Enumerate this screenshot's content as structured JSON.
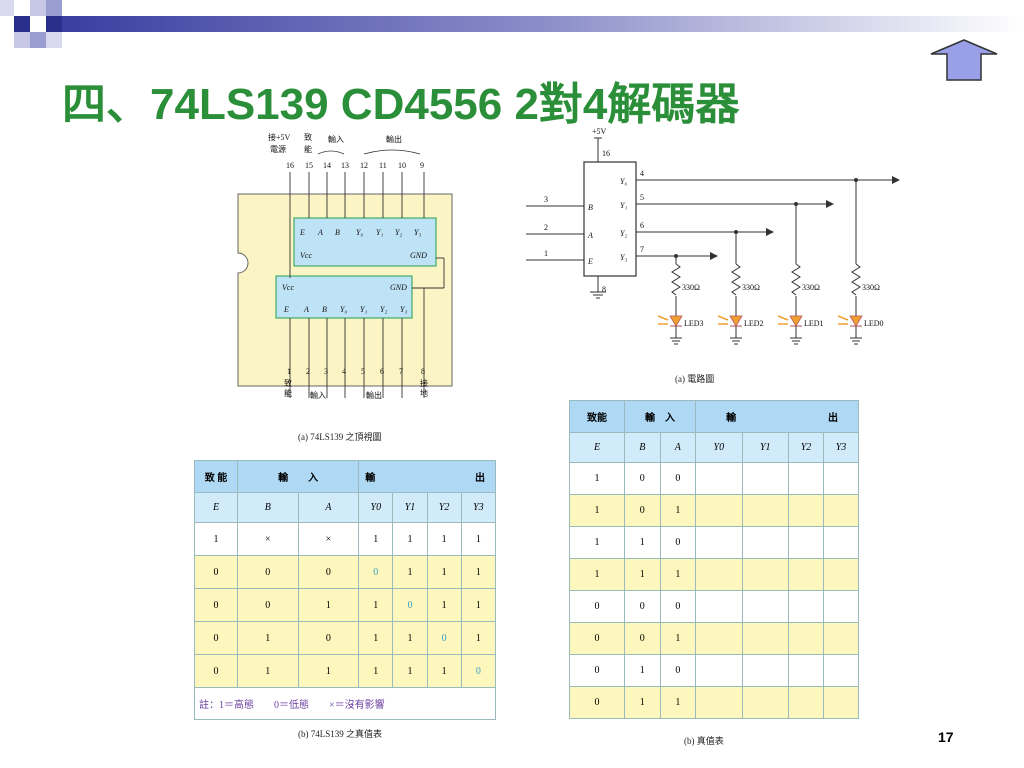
{
  "slide": {
    "title": "四、74LS139 CD4556 2對4解碼器",
    "page_number": "17"
  },
  "pinout": {
    "top_labels": {
      "vcc": "接+5V",
      "vcc2": "電源",
      "enable": "致",
      "enable2": "能",
      "input": "輸入",
      "output": "輸出"
    },
    "top_pins": [
      "16",
      "15",
      "14",
      "13",
      "12",
      "11",
      "10",
      "9"
    ],
    "bottom_pins": [
      "1",
      "2",
      "3",
      "4",
      "5",
      "6",
      "7",
      "8"
    ],
    "bottom_labels": {
      "enable": "致",
      "enable2": "能",
      "input": "輸入",
      "output": "輸出",
      "gnd": "接",
      "gnd2": "地"
    },
    "upper_chip": {
      "pins": [
        "E",
        "A",
        "B",
        "Y0",
        "Y1",
        "Y2",
        "Y3"
      ],
      "vcc": "Vcc",
      "gnd": "GND"
    },
    "lower_chip": {
      "pins": [
        "E",
        "A",
        "B",
        "Y0",
        "Y1",
        "Y2",
        "Y3"
      ],
      "vcc": "Vcc",
      "gnd": "GND"
    },
    "caption": "(a) 74LS139 之頂視圖"
  },
  "circuit": {
    "vcc": "+5V",
    "pins": {
      "vcc": "16",
      "gnd": "8",
      "b": "3",
      "a": "2",
      "e": "1",
      "y0": "4",
      "y1": "5",
      "y2": "6",
      "y3": "7"
    },
    "chip_labels": [
      "B",
      "A",
      "E",
      "Y0",
      "Y1",
      "Y2",
      "Y3"
    ],
    "resistors": [
      "330Ω",
      "330Ω",
      "330Ω",
      "330Ω"
    ],
    "leds": [
      "LED3",
      "LED2",
      "LED1",
      "LED0"
    ],
    "caption": "(a) 電路圖"
  },
  "table_b": {
    "headers": {
      "enable": "致 能",
      "input": "輸　　入",
      "output_l": "輸",
      "output_r": "出"
    },
    "sub": [
      "E",
      "B",
      "A",
      "Y0",
      "Y1",
      "Y2",
      "Y3"
    ],
    "rows": [
      [
        "1",
        "×",
        "×",
        "1",
        "1",
        "1",
        "1"
      ],
      [
        "0",
        "0",
        "0",
        "0",
        "1",
        "1",
        "1"
      ],
      [
        "0",
        "0",
        "1",
        "1",
        "0",
        "1",
        "1"
      ],
      [
        "0",
        "1",
        "0",
        "1",
        "1",
        "0",
        "1"
      ],
      [
        "0",
        "1",
        "1",
        "1",
        "1",
        "1",
        "0"
      ]
    ],
    "note": "註：1＝高態　　0＝低態　　×＝沒有影響",
    "caption": "(b) 74LS139 之真值表"
  },
  "table_c": {
    "headers": {
      "enable": "致能",
      "input": "輸　入",
      "output_l": "輸",
      "output_r": "出"
    },
    "sub": [
      "E",
      "B",
      "A",
      "Y0",
      "Y1",
      "Y2",
      "Y3"
    ],
    "rows": [
      [
        "1",
        "0",
        "0",
        "",
        "",
        "",
        ""
      ],
      [
        "1",
        "0",
        "1",
        "",
        "",
        "",
        ""
      ],
      [
        "1",
        "1",
        "0",
        "",
        "",
        "",
        ""
      ],
      [
        "1",
        "1",
        "1",
        "",
        "",
        "",
        ""
      ],
      [
        "0",
        "0",
        "0",
        "",
        "",
        "",
        ""
      ],
      [
        "0",
        "0",
        "1",
        "",
        "",
        "",
        ""
      ],
      [
        "0",
        "1",
        "0",
        "",
        "",
        "",
        ""
      ],
      [
        "0",
        "1",
        "1",
        "",
        "",
        "",
        ""
      ]
    ],
    "caption": "(b) 真值表"
  },
  "colors": {
    "title": "#2a8f38",
    "header": "#aed8f4",
    "yellow_row": "#fdf6bd",
    "chip": "#bfe3f6"
  }
}
